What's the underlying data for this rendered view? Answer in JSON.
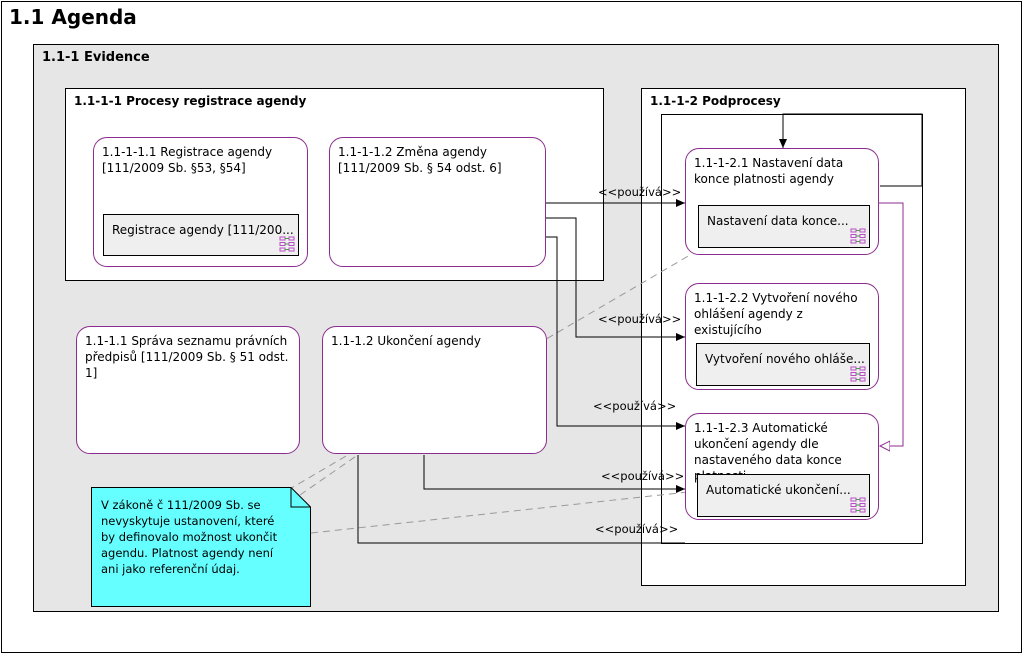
{
  "page": {
    "title": "1.1 Agenda"
  },
  "evidence": {
    "title": "1.1-1 Evidence"
  },
  "registrace_pkg": {
    "title": "1.1-1-1 Procesy registrace agendy",
    "p1": {
      "line1": "1.1-1-1.1 Registrace agendy",
      "line2": "[111/2009 Sb. §53, §54]",
      "sub": "Registrace agendy [111/200..."
    },
    "p2": {
      "line1": "1.1-1-1.2 Změna agendy",
      "line2": "[111/2009 Sb. § 54 odst. 6]"
    }
  },
  "podprocesy": {
    "title": "1.1-1-2 Podprocesy",
    "p1": {
      "line1": "1.1-1-2.1 Nastavení data",
      "line2": "konce platnosti agendy",
      "sub": "Nastavení data konce..."
    },
    "p2": {
      "line1": "1.1-1-2.2 Vytvoření nového",
      "line2": "ohlášení agendy z existujícího",
      "sub": "Vytvoření nového ohláše..."
    },
    "p3": {
      "line1": "1.1-1-2.3 Automatické",
      "line2": "ukončení agendy dle",
      "line3": "nastaveného data konce",
      "line4": "platnosti",
      "sub": "Automatické ukončení..."
    }
  },
  "sprava": {
    "line1": "1.1-1.1 Správa seznamu právních",
    "line2": "předpisů [111/2009 Sb. § 51 odst.",
    "line3": "1]"
  },
  "ukonceni": {
    "line1": "1.1-1.2 Ukončení agendy"
  },
  "stereotypes": {
    "uses": "<<používá>>"
  },
  "note": {
    "line1": "V zákoně č 111/2009 Sb. se",
    "line2": "nevyskytuje ustanovení, které",
    "line3": "by definovalo možnost ukončit",
    "line4": "agendu. Platnost agendy není",
    "line5": "ani jako referenční údaj."
  },
  "colors": {
    "process_border": "#8b2d8f",
    "note_fill": "#66ffff",
    "package_fill": "#e6e6e6",
    "sub_fill": "#efefef",
    "icon": "#b84dc4"
  },
  "icons": [
    "diagram-icon"
  ]
}
